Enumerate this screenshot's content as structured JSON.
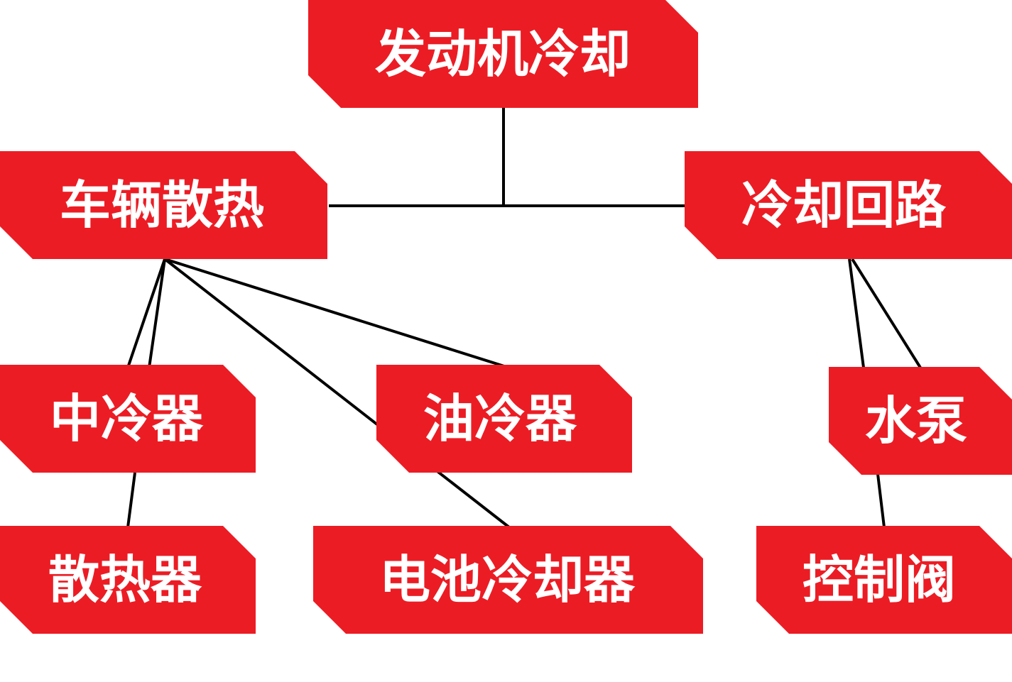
{
  "diagram": {
    "nodes": {
      "engine_cooling": {
        "label": "发动机冷却"
      },
      "vehicle_heat": {
        "label": "车辆散热"
      },
      "cooling_loop": {
        "label": "冷却回路"
      },
      "intercooler": {
        "label": "中冷器"
      },
      "oil_cooler": {
        "label": "油冷器"
      },
      "water_pump": {
        "label": "水泵"
      },
      "radiator": {
        "label": "散热器"
      },
      "battery_cooler": {
        "label": "电池冷却器"
      },
      "control_valve": {
        "label": "控制阀"
      }
    },
    "colors": {
      "node_fill": "#ec1c24",
      "node_text": "#ffffff",
      "line": "#000000"
    }
  }
}
